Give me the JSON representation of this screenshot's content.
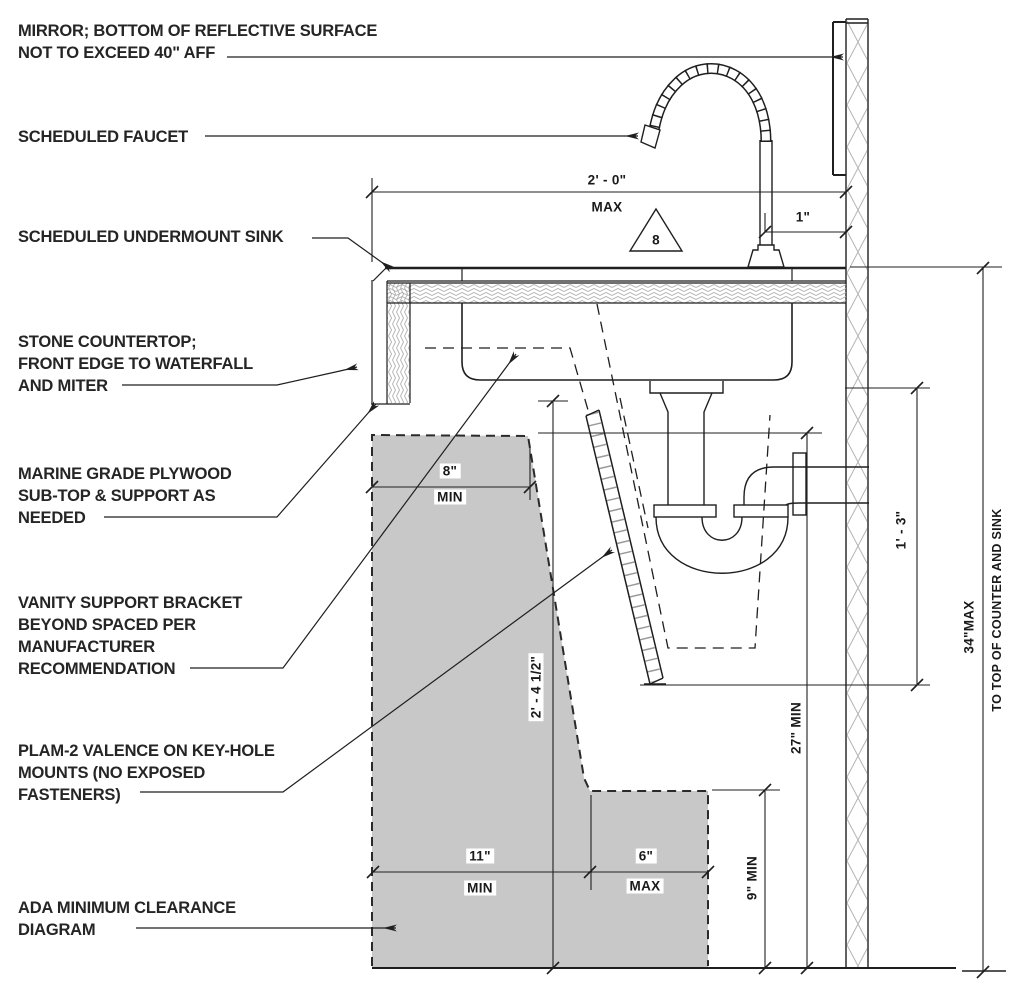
{
  "drawing": {
    "type": "architectural-section-detail",
    "subject": "ADA accessible vanity sink section with minimum clearance diagram",
    "colors": {
      "ink": "#1f1f1f",
      "clearance_fill": "#c8c8c8",
      "hatch_gray": "#b5b5b5",
      "background": "#ffffff"
    },
    "callouts": [
      {
        "id": "mirror",
        "lines": [
          "MIRROR; BOTTOM OF REFLECTIVE SURFACE",
          "NOT TO EXCEED 40\" AFF"
        ]
      },
      {
        "id": "faucet",
        "lines": [
          "SCHEDULED FAUCET"
        ]
      },
      {
        "id": "sink",
        "lines": [
          "SCHEDULED UNDERMOUNT SINK"
        ]
      },
      {
        "id": "stone",
        "lines": [
          "STONE COUNTERTOP;",
          "FRONT EDGE TO WATERFALL",
          "AND MITER"
        ]
      },
      {
        "id": "plywood",
        "lines": [
          "MARINE GRADE PLYWOOD",
          "SUB-TOP & SUPPORT AS",
          "NEEDED"
        ]
      },
      {
        "id": "bracket",
        "lines": [
          "VANITY SUPPORT BRACKET",
          "BEYOND SPACED PER",
          "MANUFACTURER",
          "RECOMMENDATION"
        ]
      },
      {
        "id": "valence",
        "lines": [
          "PLAM-2 VALENCE ON KEY-HOLE",
          "MOUNTS (NO EXPOSED",
          "FASTENERS)"
        ]
      },
      {
        "id": "ada",
        "lines": [
          "ADA MINIMUM CLEARANCE",
          "DIAGRAM"
        ]
      }
    ],
    "dimensions": {
      "counter_depth": {
        "value": "2' - 0\"",
        "qualifier": "MAX"
      },
      "faucet_to_wall": "1\"",
      "keynote_number": "8",
      "knee_depth": {
        "value": "8\"",
        "qualifier": "MIN"
      },
      "knee_height_mid": "2' - 4 1/2\"",
      "knee_depth_total": {
        "value": "11\"",
        "qualifier": "MIN"
      },
      "toe_depth": {
        "value": "6\"",
        "qualifier": "MAX"
      },
      "toe_height": "9\" MIN",
      "knee_clearance_height": "27\" MIN",
      "drain_zone_height": "1' - 3\"",
      "counter_height": {
        "value": "34\"MAX",
        "note": "TO TOP OF COUNTER AND SINK"
      }
    }
  }
}
